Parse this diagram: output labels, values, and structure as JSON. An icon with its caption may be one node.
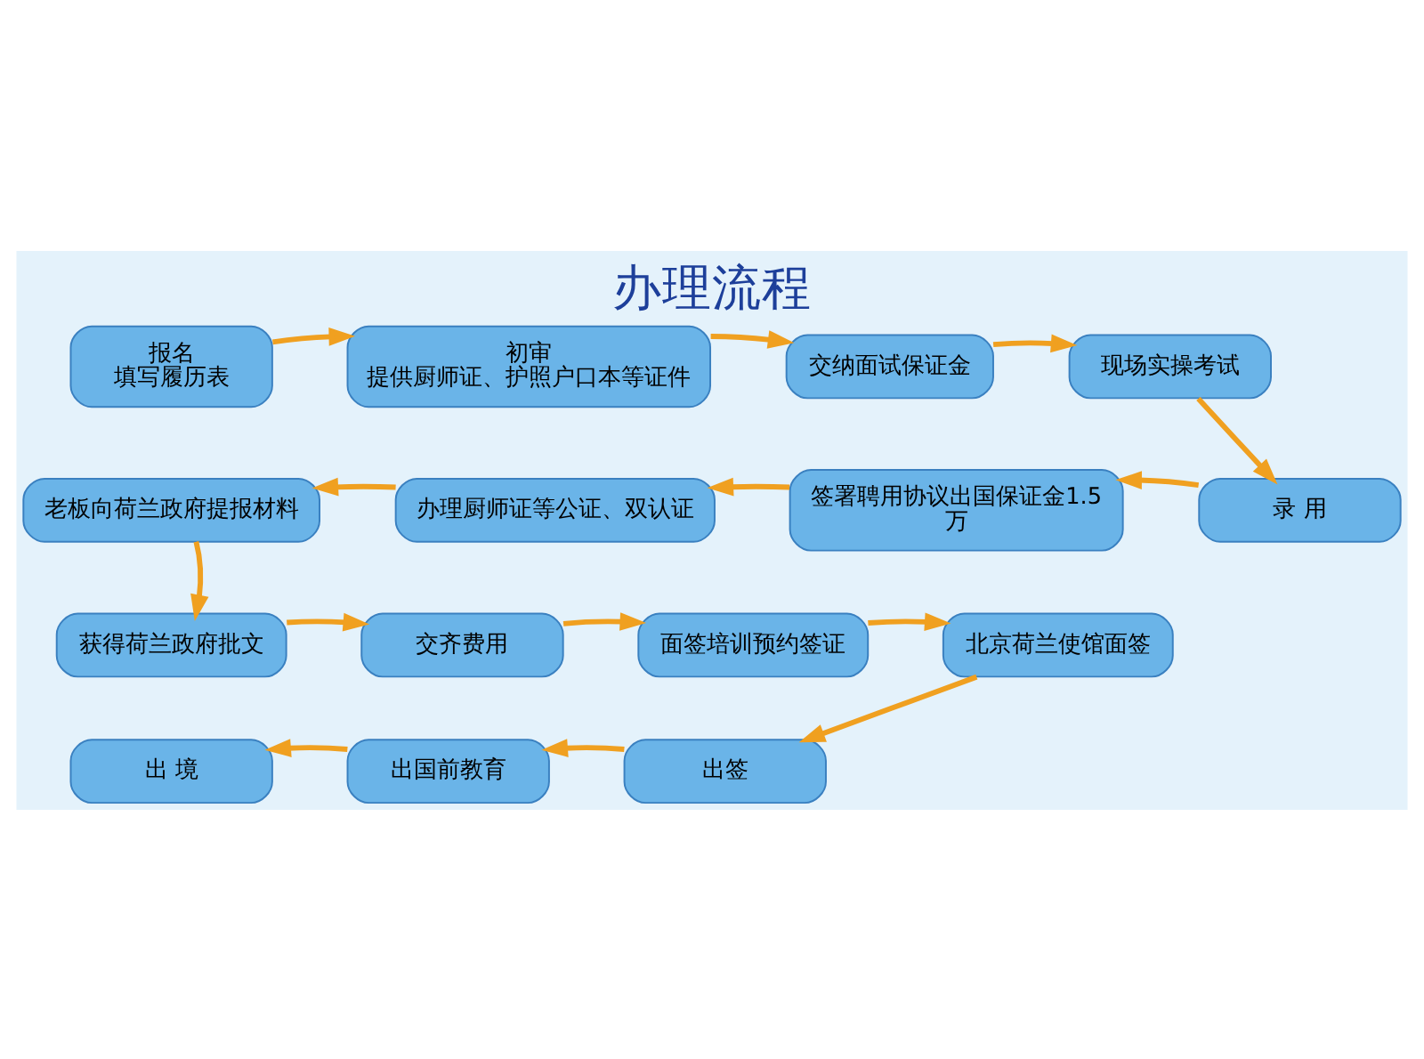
{
  "diagram": {
    "title": "办理流程",
    "nodes": [
      {
        "text": [
          "报名",
          "填写履历表"
        ]
      },
      {
        "text": [
          "初审",
          "提供厨师证、护照户口本等证件"
        ]
      },
      {
        "text": [
          "交纳面试保证金"
        ]
      },
      {
        "text": [
          "现场实操考试"
        ]
      },
      {
        "text": [
          "录 用"
        ]
      },
      {
        "text": [
          "签署聘用协议出国保证金1.5万"
        ]
      },
      {
        "text": [
          "办理厨师证等公证、双认证"
        ]
      },
      {
        "text": [
          "老板向荷兰政府提报材料"
        ]
      },
      {
        "text": [
          "获得荷兰政府批文"
        ]
      },
      {
        "text": [
          "交齐费用"
        ]
      },
      {
        "text": [
          "面签培训预约签证"
        ]
      },
      {
        "text": [
          "北京荷兰使馆面签"
        ]
      },
      {
        "text": [
          "出签"
        ]
      },
      {
        "text": [
          "出国前教育"
        ]
      },
      {
        "text": [
          "出 境"
        ]
      }
    ],
    "edges": [
      {
        "from": 0,
        "to": 1,
        "arrow": "to"
      },
      {
        "from": 1,
        "to": 2,
        "arrow": "to"
      },
      {
        "from": 2,
        "to": 3,
        "arrow": "to"
      },
      {
        "from": 3,
        "to": 4,
        "arrow": "to"
      },
      {
        "from": 4,
        "to": 5,
        "arrow": "to"
      },
      {
        "from": 5,
        "to": 6,
        "arrow": "to"
      },
      {
        "from": 6,
        "to": 7,
        "arrow": "to"
      },
      {
        "from": 7,
        "to": 8,
        "arrow": "to"
      },
      {
        "from": 8,
        "to": 9,
        "arrow": "to"
      },
      {
        "from": 9,
        "to": 10,
        "arrow": "to"
      },
      {
        "from": 10,
        "to": 11,
        "arrow": "to"
      },
      {
        "from": 11,
        "to": 12,
        "arrow": "to"
      },
      {
        "from": 12,
        "to": 13,
        "arrow": "to"
      },
      {
        "from": 13,
        "to": 14,
        "arrow": "to"
      }
    ]
  }
}
